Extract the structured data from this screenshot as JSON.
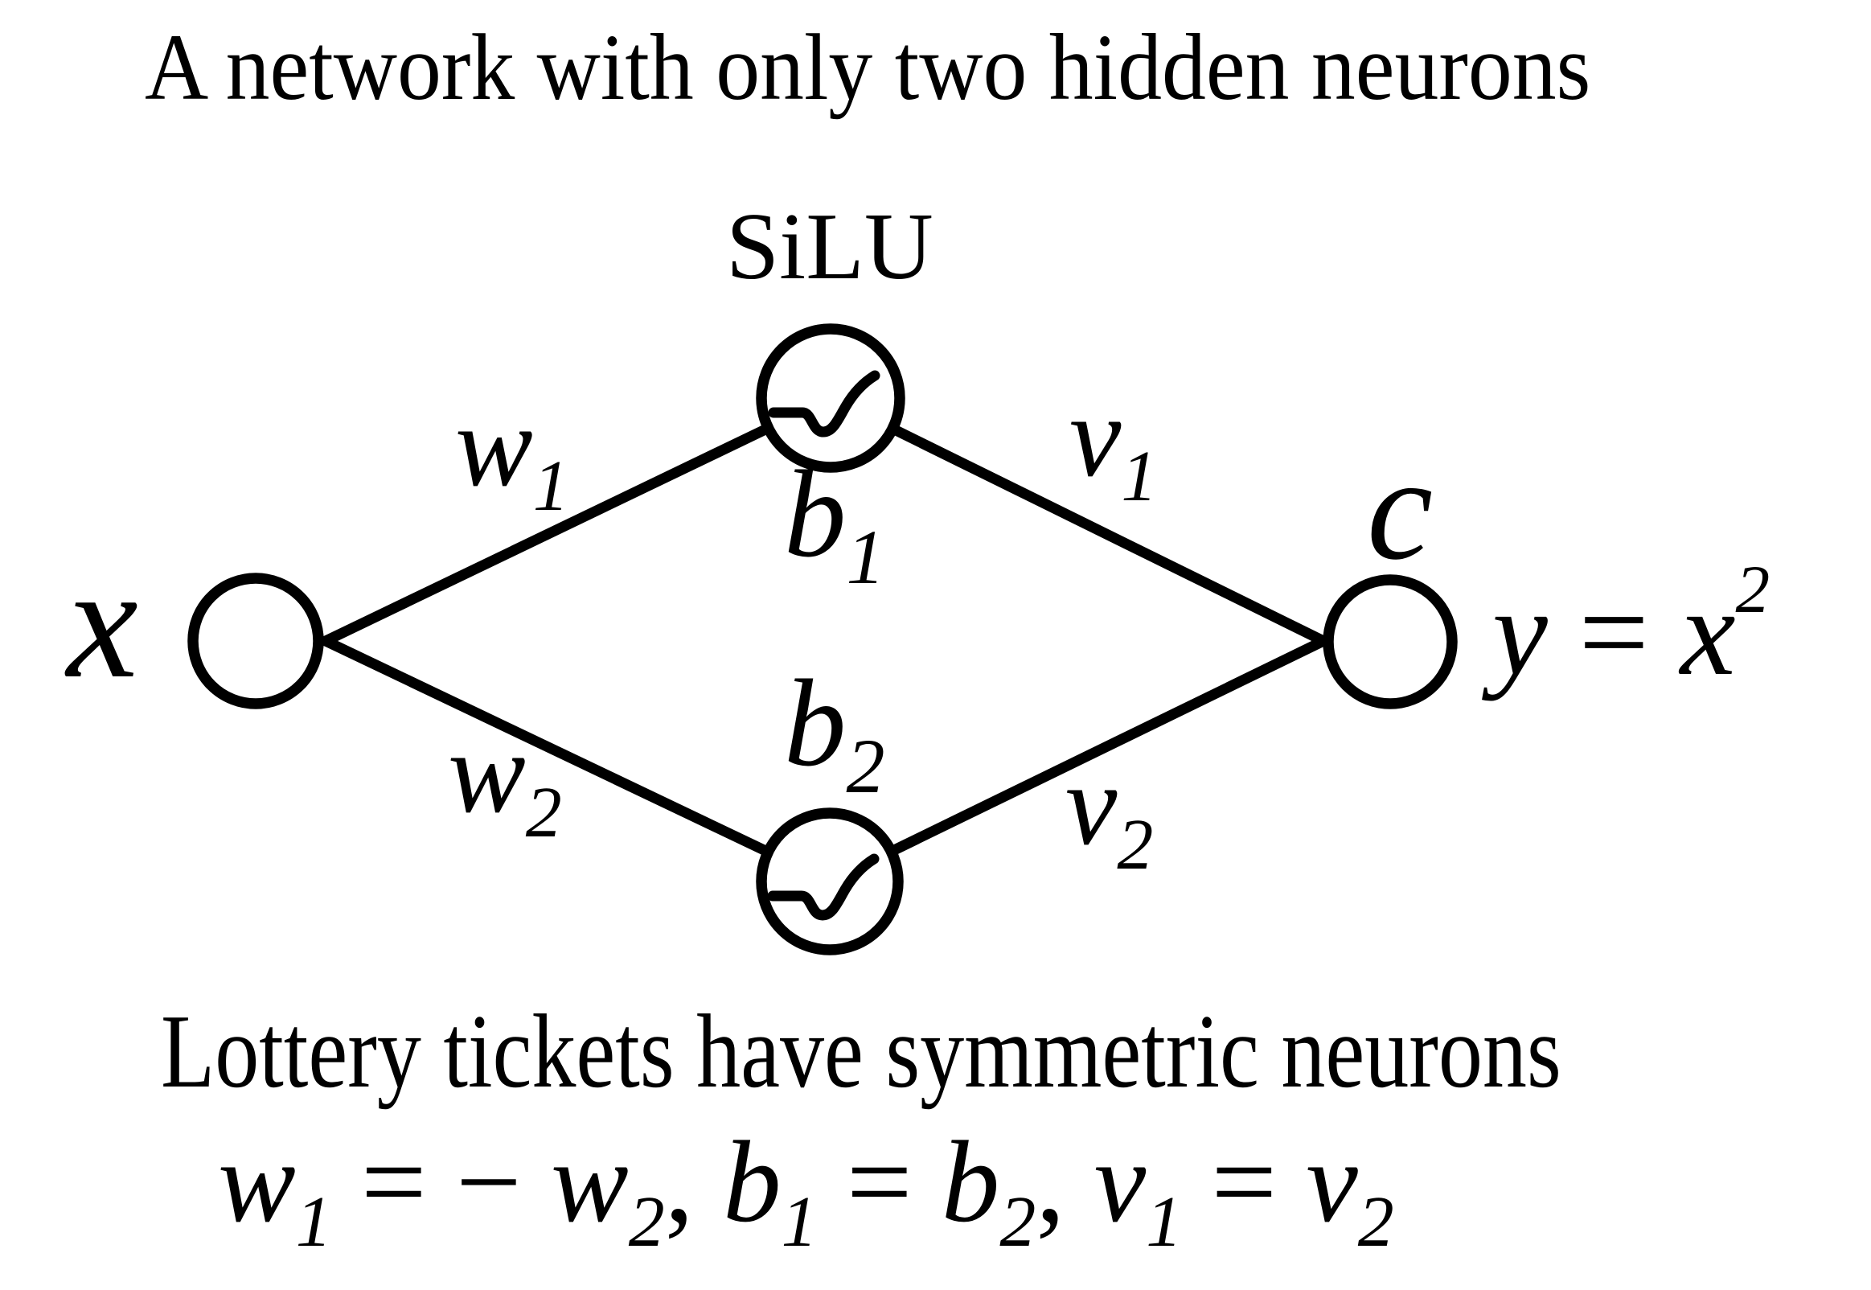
{
  "title": "A network with only two hidden neurons",
  "caption": "Lottery tickets have symmetric neurons",
  "colors": {
    "ink": "#000000",
    "background": "#ffffff"
  },
  "diagram": {
    "activation_label": "SiLU",
    "input_node": {
      "label": "x"
    },
    "output_node": {
      "weight_label": {
        "base": "c"
      },
      "equation": {
        "lhs": "y",
        "eq": " = ",
        "rhs": "x",
        "exponent": "2"
      }
    },
    "hidden_nodes": {
      "bias1": {
        "base": "b",
        "sub": "1"
      },
      "bias2": {
        "base": "b",
        "sub": "2"
      }
    },
    "edges": {
      "w1": {
        "base": "w",
        "sub": "1"
      },
      "w2": {
        "base": "w",
        "sub": "2"
      },
      "v1": {
        "base": "v",
        "sub": "1"
      },
      "v2": {
        "base": "v",
        "sub": "2"
      }
    }
  },
  "formula": {
    "segments": [
      {
        "base": "w",
        "sub": "1"
      },
      {
        "text": " = − "
      },
      {
        "base": "w",
        "sub": "2"
      },
      {
        "text": ", "
      },
      {
        "base": "b",
        "sub": "1"
      },
      {
        "text": " = "
      },
      {
        "base": "b",
        "sub": "2"
      },
      {
        "text": ", "
      },
      {
        "base": "v",
        "sub": "1"
      },
      {
        "text": " = "
      },
      {
        "base": "v",
        "sub": "2"
      }
    ]
  }
}
